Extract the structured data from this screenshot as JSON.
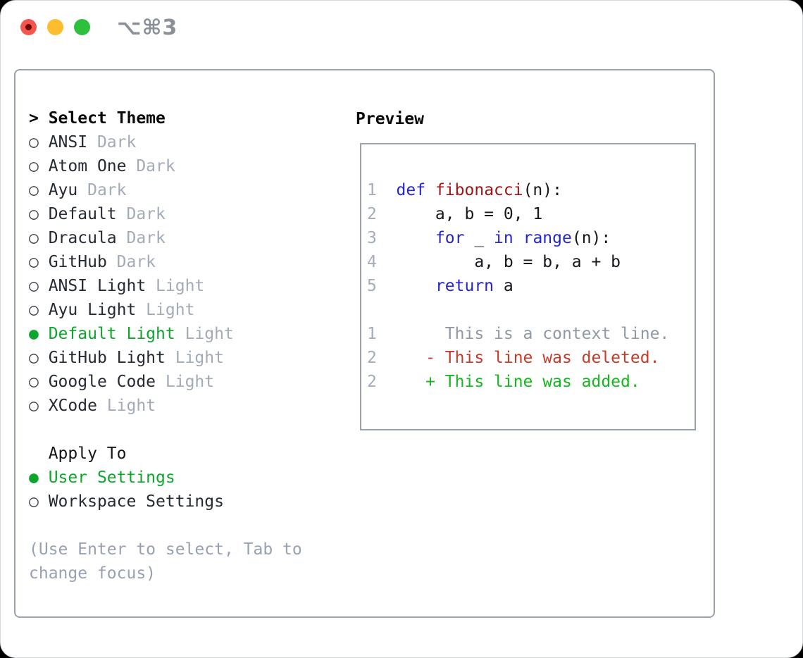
{
  "titlebar": {
    "shortcut": "⌥⌘3"
  },
  "select_theme": {
    "marker": ">",
    "title": "Select Theme",
    "unselected_glyph": "○",
    "selected_glyph": "●",
    "items": [
      {
        "name": "ANSI",
        "variant": "Dark",
        "selected": false
      },
      {
        "name": "Atom One",
        "variant": "Dark",
        "selected": false
      },
      {
        "name": "Ayu",
        "variant": "Dark",
        "selected": false
      },
      {
        "name": "Default",
        "variant": "Dark",
        "selected": false
      },
      {
        "name": "Dracula",
        "variant": "Dark",
        "selected": false
      },
      {
        "name": "GitHub",
        "variant": "Dark",
        "selected": false
      },
      {
        "name": "ANSI Light",
        "variant": "Light",
        "selected": false
      },
      {
        "name": "Ayu Light",
        "variant": "Light",
        "selected": false
      },
      {
        "name": "Default Light",
        "variant": "Light",
        "selected": true
      },
      {
        "name": "GitHub Light",
        "variant": "Light",
        "selected": false
      },
      {
        "name": "Google Code",
        "variant": "Light",
        "selected": false
      },
      {
        "name": "XCode",
        "variant": "Light",
        "selected": false
      }
    ]
  },
  "apply_to": {
    "title": "Apply To",
    "items": [
      {
        "name": "User Settings",
        "selected": true
      },
      {
        "name": "Workspace Settings",
        "selected": false
      }
    ]
  },
  "help_lines": [
    "(Use Enter to select, Tab to",
    "change focus)"
  ],
  "preview": {
    "title": "Preview",
    "lines": [
      {
        "n": "1",
        "seg": [
          [
            "def",
            "kw"
          ],
          [
            " ",
            ""
          ],
          [
            "fibonacci",
            "fn"
          ],
          [
            "(n):",
            ""
          ]
        ]
      },
      {
        "n": "2",
        "seg": [
          [
            "    a, b = 0, 1",
            ""
          ]
        ]
      },
      {
        "n": "3",
        "seg": [
          [
            "    ",
            ""
          ],
          [
            "for",
            "kw"
          ],
          [
            " _ ",
            ""
          ],
          [
            "in",
            "kw"
          ],
          [
            " ",
            ""
          ],
          [
            "range",
            "kw"
          ],
          [
            "(n):",
            ""
          ]
        ]
      },
      {
        "n": "4",
        "seg": [
          [
            "        a, b = b, a + b",
            ""
          ]
        ]
      },
      {
        "n": "5",
        "seg": [
          [
            "    ",
            ""
          ],
          [
            "return",
            "kw"
          ],
          [
            " a",
            ""
          ]
        ]
      },
      {
        "blank": true
      },
      {
        "n": "1",
        "seg": [
          [
            "     This is a context line.",
            "ctx"
          ]
        ]
      },
      {
        "n": "2",
        "seg": [
          [
            "   - This line was deleted.",
            "del"
          ]
        ]
      },
      {
        "n": "2",
        "seg": [
          [
            "   + This line was added.",
            "add"
          ]
        ]
      }
    ]
  },
  "colors": {
    "selection_green": "#0ea52e",
    "added_green": "#13b81f",
    "deleted_red": "#c53a28",
    "keyword_blue": "#2525d0",
    "function_red": "#a21414",
    "line_number_gray": "#a5adba",
    "context_gray": "#8f99a4",
    "variant_suffix_gray": "#a3abb8",
    "help_gray": "#97a1b0",
    "border_gray": "#9aa2ae",
    "traffic_red": "#f4564e",
    "traffic_yellow": "#fcbd2f",
    "traffic_green": "#2dc03c"
  }
}
